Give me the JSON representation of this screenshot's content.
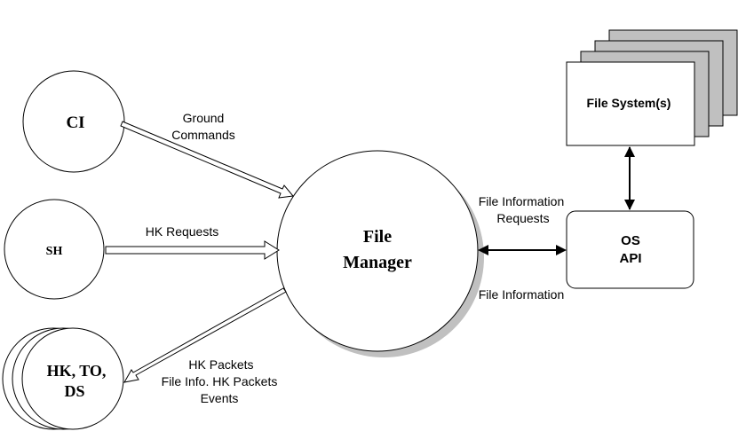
{
  "nodes": {
    "ci": {
      "label": "CI"
    },
    "sh": {
      "label": "SH"
    },
    "hk_to_ds": {
      "line1": "HK, TO,",
      "line2": "DS"
    },
    "file_manager": {
      "line1": "File",
      "line2": "Manager"
    },
    "file_system": {
      "label": "File System(s)"
    },
    "os_api": {
      "line1": "OS",
      "line2": "API"
    }
  },
  "flows": {
    "ground_commands": {
      "line1": "Ground",
      "line2": "Commands"
    },
    "hk_requests": {
      "label": "HK Requests"
    },
    "hk_packets": {
      "line1": "HK Packets",
      "line2": "File Info. HK Packets",
      "line3": "Events"
    },
    "file_info_requests": {
      "line1": "File Information",
      "line2": "Requests"
    },
    "file_information": {
      "label": "File Information"
    }
  },
  "colors": {
    "stroke": "#000000",
    "shadow": "#c0c0c0",
    "stack_fill": "#c0c0c0",
    "background": "#ffffff"
  }
}
